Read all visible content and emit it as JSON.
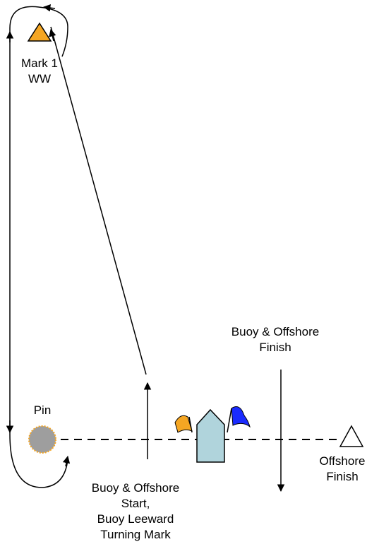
{
  "marks": {
    "mark1": {
      "line1": "Mark 1",
      "line2": "WW",
      "shape": "triangle",
      "fill": "#f5a623"
    },
    "pin": {
      "label": "Pin",
      "shape": "circle",
      "fill": "#9e9e9e",
      "ring": "#f5a623"
    },
    "offshore_finish": {
      "line1": "Offshore",
      "line2": "Finish",
      "shape": "triangle",
      "fill": "#ffffff"
    }
  },
  "lines": {
    "start": {
      "line1": "Buoy & Offshore",
      "line2": "Start,",
      "line3": "Buoy Leeward",
      "line4": "Turning Mark"
    },
    "finish": {
      "line1": "Buoy & Offshore",
      "line2": "Finish"
    }
  },
  "committee_boat": {
    "hull_color": "#b0d4dc",
    "flags": [
      {
        "color": "#f5a623"
      },
      {
        "color": "#1a2bff"
      }
    ]
  }
}
